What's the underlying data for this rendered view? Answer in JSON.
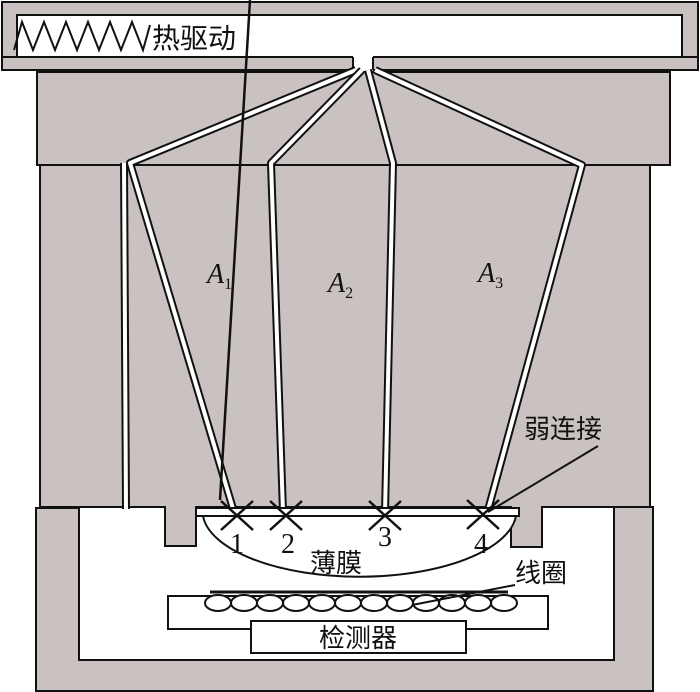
{
  "labels": {
    "thermal_drive": "热驱动",
    "weak_link": "弱连接",
    "membrane": "薄膜",
    "coil": "线圈",
    "detector": "检测器"
  },
  "regions": [
    {
      "letter": "A",
      "sub": "1"
    },
    {
      "letter": "A",
      "sub": "2"
    },
    {
      "letter": "A",
      "sub": "3"
    }
  ],
  "points": [
    "1",
    "2",
    "3",
    "4"
  ],
  "colors": {
    "body": "#c9c2c0",
    "line": "#111111"
  }
}
